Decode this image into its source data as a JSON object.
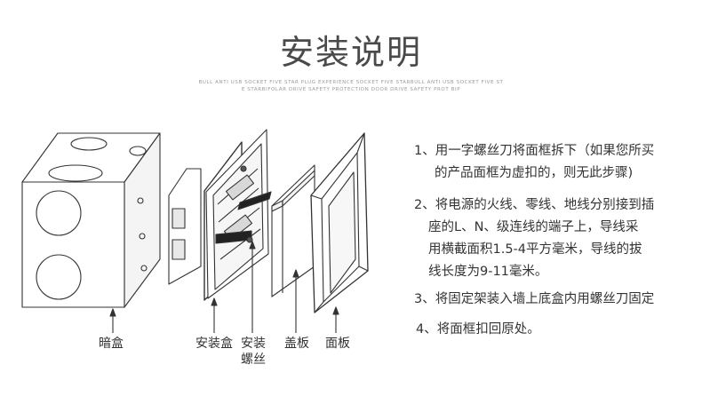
{
  "header": {
    "title": "安装说明",
    "subtitle_line1": "BULL ANTI USB SOCKET FIVE STAR PLUG EXPERIENCE SOCKET FIVE STARBULL ANTI USB SOCKET FIVE ST",
    "subtitle_line2": "E STARBIFOLAR DRIVE SAFETY PROTECTION DOOR DRIVE SAFETY PROT BIP"
  },
  "labels": {
    "box": "暗盒",
    "mount_box": "安装盒",
    "screw_line1": "安装",
    "screw_line2": "螺丝",
    "cover": "盖板",
    "panel": "面板"
  },
  "steps": [
    {
      "line1": "1、用一字螺丝刀将面框拆下（如果您所买",
      "line2": "的产品面框为虚扣的，则无此步骤)"
    },
    {
      "line1": "2、将电源的火线、零线、地线分别接到插",
      "line2": "座的L、N、级连线的端子上，导线采",
      "line3": "用横截面积1.5-4平方毫米，导线的拔",
      "line4": "线长度为9-11毫米。"
    },
    {
      "line1": "3、将固定架装入墙上底盒内用螺丝刀固定"
    },
    {
      "line1": "4、将面框扣回原处。"
    }
  ]
}
